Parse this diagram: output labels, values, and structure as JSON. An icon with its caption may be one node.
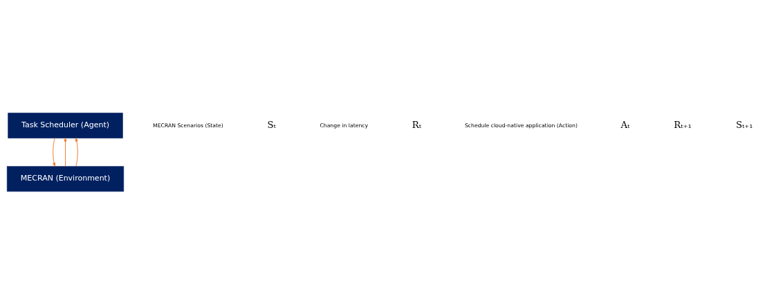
{
  "diagram": {
    "nodes": [
      {
        "text": [
          "Task Scheduler (Agent)"
        ]
      },
      {
        "text": [
          "MECRAN (Environment)"
        ]
      }
    ],
    "edges": [
      {
        "from": 0,
        "to": 1,
        "arrow": "to"
      },
      {
        "from": 1,
        "to": 0,
        "arrow": "to"
      },
      {
        "from": 1,
        "to": 0,
        "arrow": "to"
      }
    ],
    "labels": [
      "MECRAN Scenarios (State)",
      "Sₜ",
      "Change in latency",
      "Rₜ",
      "Schedule cloud-native application (Action)",
      "Aₜ",
      "Rₜ₊₁",
      "Sₜ₊₁"
    ]
  }
}
